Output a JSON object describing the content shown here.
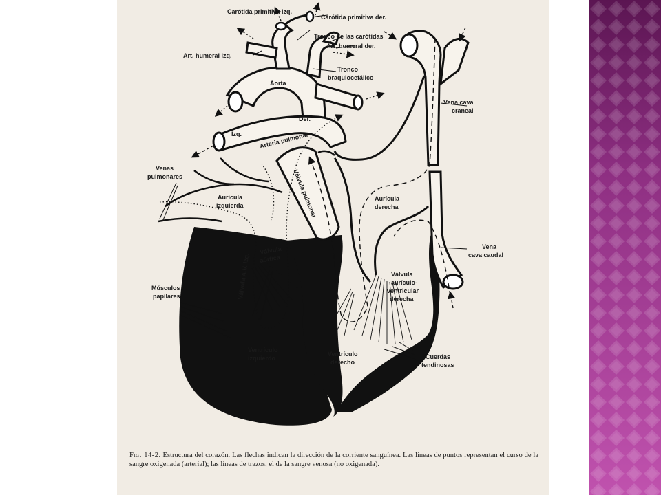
{
  "colors": {
    "page": "#f1ece4",
    "ink": "#111111",
    "band_dark": "#5b1552",
    "band_light": "#c052ae"
  },
  "labels": {
    "carotida_izq": "Carótida primitiva izq.",
    "carotida_der": "Carótida primitiva der.",
    "tronco_carotidas": "Tronco de las carótidas",
    "humeral_der": "Art. humeral der.",
    "humeral_izq": "Art. humeral izq.",
    "tronco_1": "Tronco",
    "tronco_2": "braquiocefálico",
    "aorta": "Aorta",
    "der": "Der.",
    "izq": "Izq.",
    "arteria_pulmonar": "Arteria pulmonar",
    "vena_cava_craneal_1": "Vena cava",
    "vena_cava_craneal_2": "craneal",
    "venas_pulm_1": "Venas",
    "venas_pulm_2": "pulmonares",
    "auricula_izq_1": "Aurícula",
    "auricula_izq_2": "izquierda",
    "valvula_pulmonar": "Válvula pulmonar",
    "auricula_der_1": "Aurícula",
    "auricula_der_2": "derecha",
    "valvula_av_izq": "Válvula A.V. izq.",
    "valvula_aortica_1": "Válvula",
    "valvula_aortica_2": "aórtica",
    "vena_cava_caudal_1": "Vena",
    "vena_cava_caudal_2": "cava caudal",
    "musculos_1": "Músculos",
    "musculos_2": "papilares",
    "valvula_avd_1": "Válvula",
    "valvula_avd_2": "aurículo-",
    "valvula_avd_3": "ventricular",
    "valvula_avd_4": "derecha",
    "ventriculo_izq_1": "Ventrículo",
    "ventriculo_izq_2": "izquierdo",
    "ventriculo_der_1": "Ventrículo",
    "ventriculo_der_2": "derecho",
    "cuerdas_1": "Cuerdas",
    "cuerdas_2": "tendinosas"
  },
  "caption": {
    "fig": "Fig. 14-2.",
    "text": "Estructura del corazón. Las flechas indican la dirección de la corriente sanguínea. Las líneas de puntos representan el curso de la sangre oxigenada (arterial); las líneas de trazos, el de la sangre venosa (no oxigenada)."
  }
}
